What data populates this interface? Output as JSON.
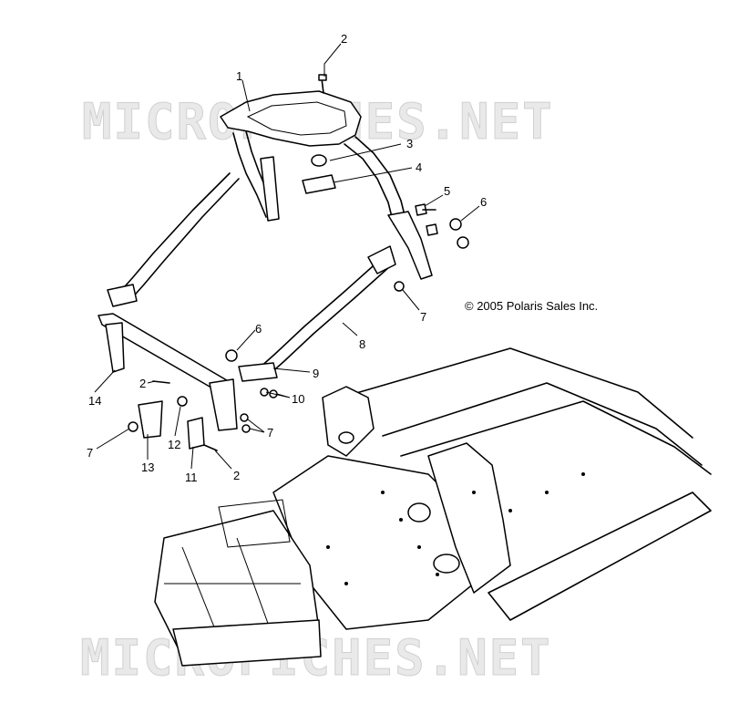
{
  "watermark": "MICROFICHES.NET",
  "copyright": "© 2005 Polaris Sales Inc.",
  "callouts": [
    "1",
    "2",
    "3",
    "4",
    "5",
    "6",
    "7",
    "8",
    "9",
    "10",
    "14",
    "6",
    "2",
    "7",
    "7",
    "12",
    "13",
    "11",
    "2"
  ]
}
